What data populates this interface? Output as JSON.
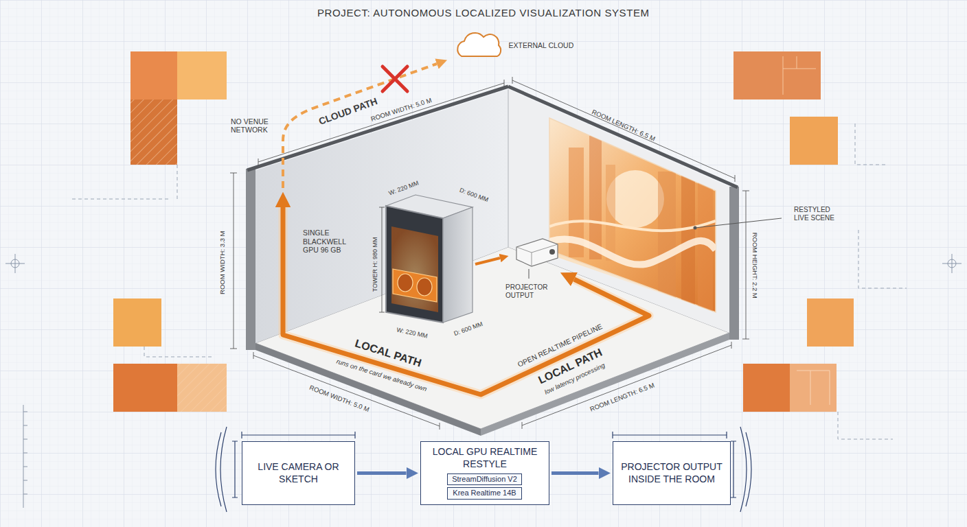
{
  "diagram": {
    "title": "PROJECT: AUTONOMOUS LOCALIZED VISUALIZATION SYSTEM",
    "nodes": [
      {
        "text": [
          "LIVE CAMERA OR SKETCH"
        ]
      },
      {
        "text": [
          "LOCAL GPU REALTIME RESTYLE"
        ]
      },
      {
        "text": [
          "StreamDiffusion V2"
        ],
        "in": 1
      },
      {
        "text": [
          "Krea Realtime 14B"
        ],
        "in": 1
      },
      {
        "text": [
          "PROJECTOR OUTPUT INSIDE THE ROOM"
        ]
      }
    ],
    "edges": [
      {
        "from": 0,
        "to": 1,
        "arrow": "to"
      },
      {
        "from": 1,
        "to": 4,
        "arrow": "to"
      }
    ],
    "labels": [
      "EXTERNAL CLOUD",
      "CLOUD PATH",
      "NO VENUE NETWORK",
      "ROOM WIDTH: 5.0 M",
      "ROOM LENGTH: 6.5 M",
      "ROOM WIDTH: 3.3 M",
      "ROOM HEIGHT: 2.2 M",
      "SINGLE BLACKWELL GPU 96 GB",
      "W: 220 MM",
      "D: 600 MM",
      "TOWER H: 980 MM",
      "W: 220 MM",
      "D: 600 MM",
      "PROJECTOR OUTPUT",
      "RESTYLED LIVE SCENE",
      "LOCAL PATH",
      "runs on the card we already own",
      "OPEN REALTIME PIPELINE",
      "LOCAL PATH",
      "low latency processing",
      "ROOM WIDTH: 5.0 M",
      "ROOM LENGTH: 6.5 M"
    ]
  }
}
